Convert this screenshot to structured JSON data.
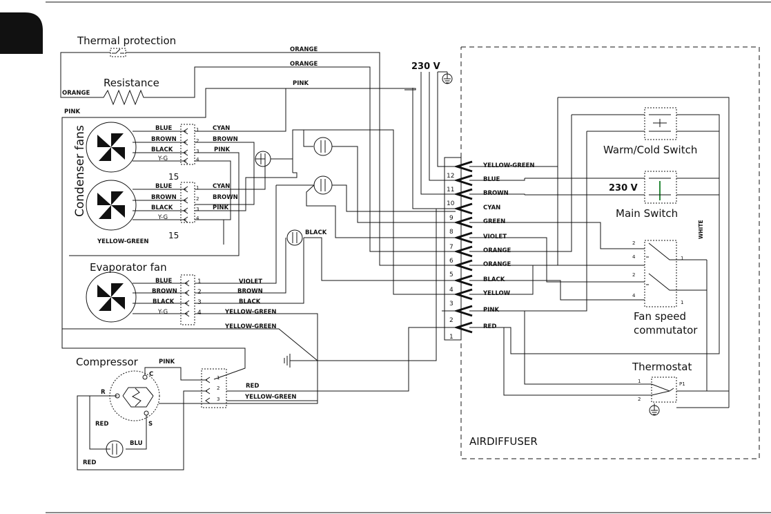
{
  "labels": {
    "thermal_protection": "Thermal protection",
    "resistance": "Resistance",
    "condenser_fans": "Condenser fans",
    "evaporator_fan": "Evaporator fan",
    "compressor": "Compressor",
    "warm_cold_switch": "Warm/Cold Switch",
    "main_switch": "Main Switch",
    "fan_speed_line1": "Fan speed",
    "fan_speed_line2": "commutator",
    "thermostat": "Thermostat",
    "airdiffuser": "AIRDIFFUSER",
    "supply_top": "230 V",
    "supply_switch": "230  V",
    "fifteen": "15"
  },
  "wire_colors": {
    "orange": "ORANGE",
    "pink": "PINK",
    "blue": "BLUE",
    "brown": "BROWN",
    "black": "BLACK",
    "yg_short": "Y-G",
    "yellow_green": "YELLOW-GREEN",
    "cyan": "CYAN",
    "violet": "VIOLET",
    "red": "RED",
    "green": "GREEN",
    "yellow": "YELLOW",
    "white": "WHITE",
    "blu": "BLU"
  },
  "terminal_block": {
    "numbers": [
      "12",
      "11",
      "10",
      "9",
      "8",
      "7",
      "6",
      "5",
      "4",
      "3",
      "2",
      "1"
    ],
    "wires": [
      "YELLOW-GREEN",
      "BLUE",
      "BROWN",
      "CYAN",
      "GREEN",
      "VIOLET",
      "ORANGE",
      "ORANGE",
      "BLACK",
      "YELLOW",
      "PINK",
      "RED"
    ]
  },
  "pins": {
    "n1": "1",
    "n2": "2",
    "n3": "3",
    "n4": "4",
    "compressor_c": "C",
    "compressor_r": "R",
    "compressor_s": "S",
    "thermostat_p1": "P1"
  }
}
